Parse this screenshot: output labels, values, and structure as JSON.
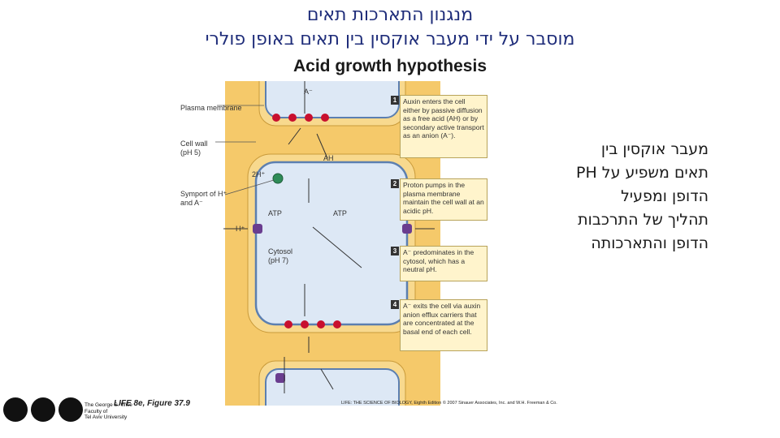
{
  "slide": {
    "title_line1": "מנגנון התארכות תאים",
    "title_line2": "מוסבר על ידי מעבר אוקסין בין תאים באופן פולרי",
    "title_line3": "Acid growth hypothesis"
  },
  "side_text": {
    "line1": "מעבר אוקסין בין",
    "line2": "תאים משפיע על PH",
    "line3": "הדופן ומפעיל",
    "line4": "תהליך של התרכבות",
    "line5": "הדופן והתארכותה"
  },
  "figure": {
    "labels": {
      "plasma_membrane": "Plasma membrane",
      "cell_wall": "Cell wall (pH 5)",
      "symport": "Symport of H⁺ and A⁻",
      "atp_left": "ATP",
      "atp_right": "ATP",
      "cytosol": "Cytosol (pH 7)",
      "two_h": "2H⁺",
      "h_plus": "H⁺",
      "ah": "AH",
      "a_minus": "A⁻"
    },
    "callouts": [
      {
        "num": "1",
        "text": "Auxin enters the cell either by passive diffusion as a free acid (AH) or by secondary active transport as an anion (A⁻)."
      },
      {
        "num": "2",
        "text": "Proton pumps in the plasma membrane maintain the cell wall at an acidic pH."
      },
      {
        "num": "3",
        "text": "A⁻ predominates in the cytosol, which has a neutral pH."
      },
      {
        "num": "4",
        "text": "A⁻ exits the cell via auxin anion efflux carriers that are concentrated at the basal end of each cell."
      }
    ],
    "credit_left": "LIFE 8e, Figure 37.9",
    "credit_right": "LIFE: THE SCIENCE OF BIOLOGY, Eighth Edition  © 2007 Sinauer Associates, Inc. and W.H. Freeman & Co."
  },
  "footer": {
    "faculty_line1": "The George S. Wise",
    "faculty_line2": "Faculty of",
    "faculty_line3": "Tel Aviv University"
  },
  "colors": {
    "title_blue": "#1f2d7a",
    "cell_wall": "#f5c96a",
    "cytosol": "#dde8f5",
    "carrier_red": "#c8102e",
    "pump_purple": "#6a3d8f"
  }
}
